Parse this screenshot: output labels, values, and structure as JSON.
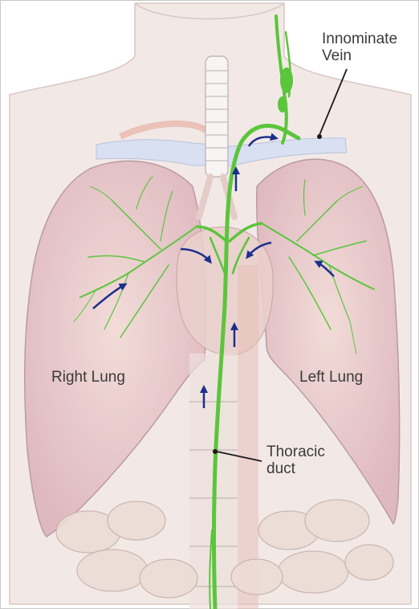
{
  "labels": {
    "innominate_vein": [
      "Innominate",
      "Vein"
    ],
    "right_lung": "Right Lung",
    "left_lung": "Left Lung",
    "thoracic_duct": [
      "Thoracic",
      "duct"
    ]
  },
  "colors": {
    "lymph": "#5bc53c",
    "arrow": "#1d2f8c",
    "lung": "#e7ccd0",
    "skin": "#f1e7e4",
    "vein": "#d9e0f2",
    "label_text": "#3a3a3a"
  }
}
